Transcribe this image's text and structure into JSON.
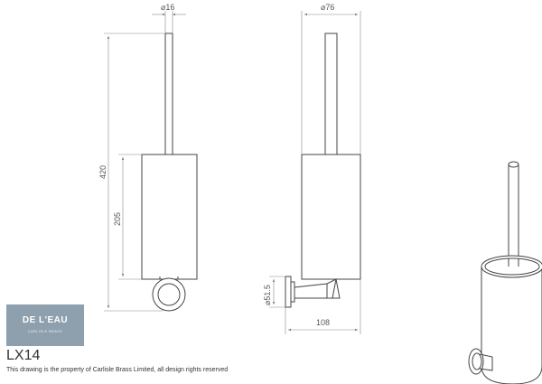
{
  "drawing": {
    "dimensions": {
      "rod_diameter": "16",
      "holder_diameter": "76",
      "overall_height": "420",
      "holder_height": "205",
      "bracket_diameter": "51.5",
      "projection": "108"
    }
  },
  "title_block": {
    "logo_text": "DE L'EAU",
    "logo_subtext": "CARLISLE BRASS",
    "product_code": "LX14",
    "property_notice": "This drawing is the property of Carlisle Brass Limited, all design rights reserved"
  }
}
